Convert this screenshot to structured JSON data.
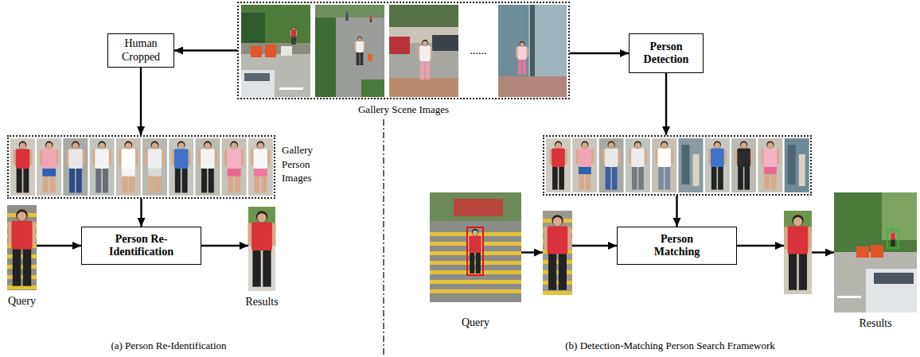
{
  "diagram": {
    "nodes": [
      {
        "text": [
          "Gallery Scene Images"
        ]
      },
      {
        "text": [
          "Human Cropped"
        ]
      },
      {
        "text": [
          "Person Detection"
        ]
      },
      {
        "text": [
          "Gallery Person Images"
        ]
      },
      {
        "text": []
      },
      {
        "text": [
          "Query"
        ]
      },
      {
        "text": [
          "Person Re-Identification"
        ]
      },
      {
        "text": [
          "Results"
        ]
      },
      {
        "text": [
          "Query"
        ]
      },
      {
        "text": []
      },
      {
        "text": [
          "Person Matching"
        ]
      },
      {
        "text": []
      },
      {
        "text": [
          "Results"
        ]
      }
    ],
    "edges": [
      {
        "from": 0,
        "to": 1,
        "arrow": "to"
      },
      {
        "from": 0,
        "to": 2,
        "arrow": "to"
      },
      {
        "from": 1,
        "to": 3,
        "arrow": "to"
      },
      {
        "from": 2,
        "to": 4,
        "arrow": "to"
      },
      {
        "from": 3,
        "to": 6,
        "arrow": "to"
      },
      {
        "from": 5,
        "to": 6,
        "arrow": "to"
      },
      {
        "from": 6,
        "to": 7,
        "arrow": "to"
      },
      {
        "from": 4,
        "to": 10,
        "arrow": "to"
      },
      {
        "from": 8,
        "to": 9,
        "arrow": "to"
      },
      {
        "from": 9,
        "to": 10,
        "arrow": "to"
      },
      {
        "from": 10,
        "to": 11,
        "arrow": "to"
      },
      {
        "from": 11,
        "to": 12,
        "arrow": "to"
      }
    ],
    "labels": [
      "......",
      "(a) Person Re-Identification",
      "(b) Detection-Matching Person Search Framework"
    ]
  }
}
